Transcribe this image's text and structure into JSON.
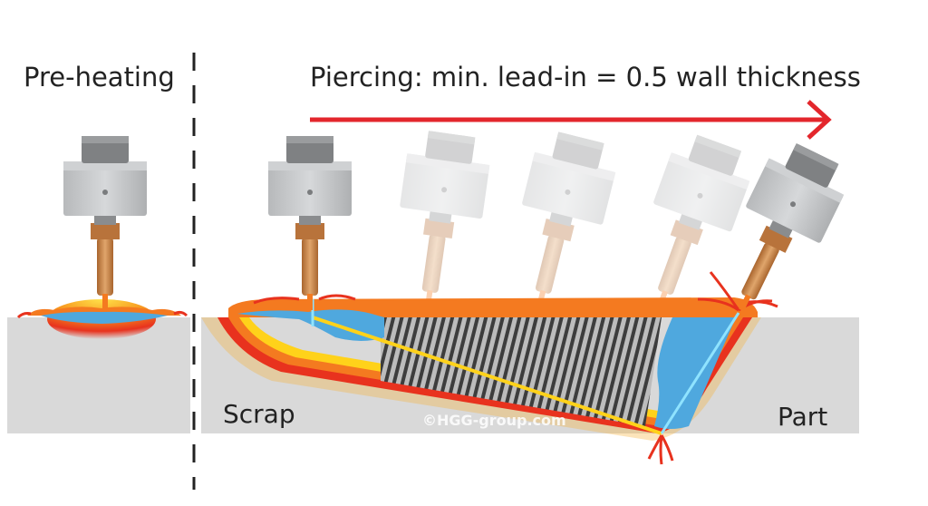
{
  "labels": {
    "preheating": "Pre-heating",
    "piercing": "Piercing: min. lead-in = 0.5 wall thickness",
    "scrap": "Scrap",
    "part": "Part",
    "copyright": "©HGG-group.com"
  },
  "colors": {
    "plate": "#d9d9d9",
    "melt_blue": "#4fa8de",
    "heat_red": "#e8321e",
    "heat_orange": "#f47a20",
    "heat_yellow": "#ffd21a",
    "arrow": "#e3262c",
    "nozzle_copper": "#c9874a",
    "torch_body": "#c4c6c8",
    "cut_hatch": "#3d3d3d"
  },
  "icons": {
    "torch": "cutting-torch-icon",
    "arrow": "arrow-right-icon"
  }
}
